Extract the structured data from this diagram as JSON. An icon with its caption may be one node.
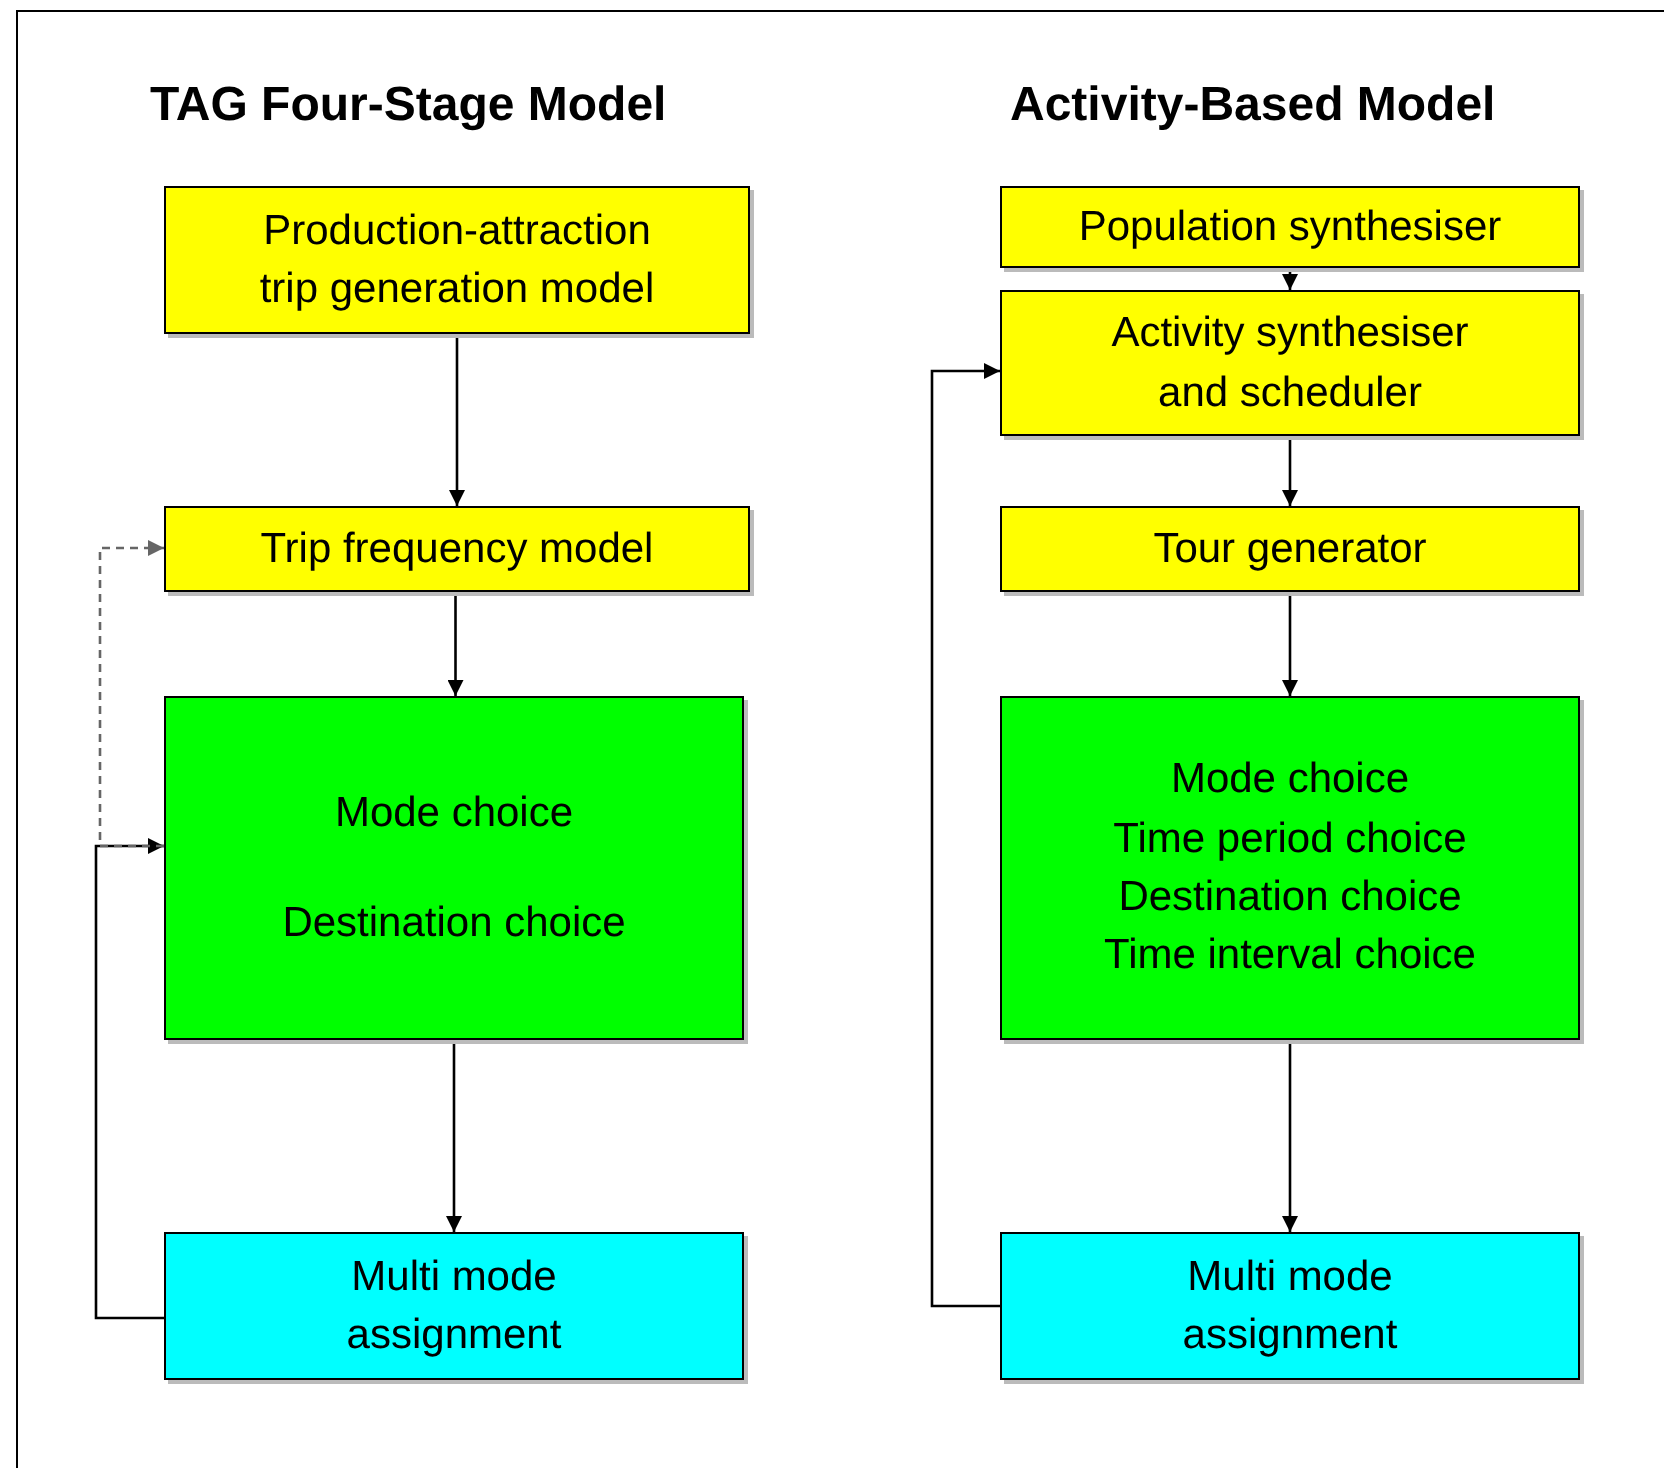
{
  "diagram": {
    "nodes": [
      {
        "text": [
          "Production-attraction trip generation model"
        ]
      },
      {
        "text": [
          "Trip frequency model"
        ]
      },
      {
        "text": [
          "Mode choice",
          "Destination choice"
        ]
      },
      {
        "text": [
          "Multi mode assignment"
        ]
      },
      {
        "text": [
          "Population synthesiser"
        ]
      },
      {
        "text": [
          "Activity synthesiser and scheduler"
        ]
      },
      {
        "text": [
          "Tour generator"
        ]
      },
      {
        "text": [
          "Mode choice",
          "Time period choice",
          "Destination choice",
          "Time interval choice"
        ]
      },
      {
        "text": [
          "Multi mode assignment"
        ]
      }
    ],
    "edges": [
      {
        "from": 0,
        "to": 1,
        "arrow": "to"
      },
      {
        "from": 1,
        "to": 2,
        "arrow": "to"
      },
      {
        "from": 2,
        "to": 3,
        "arrow": "to"
      },
      {
        "from": 3,
        "to": 2,
        "arrow": "to"
      },
      {
        "from": 2,
        "to": 1,
        "arrow": "to",
        "style": "dashed",
        "color": "#666666"
      },
      {
        "from": 4,
        "to": 5,
        "arrow": "to"
      },
      {
        "from": 5,
        "to": 6,
        "arrow": "to"
      },
      {
        "from": 6,
        "to": 7,
        "arrow": "to"
      },
      {
        "from": 7,
        "to": 8,
        "arrow": "to"
      },
      {
        "from": 8,
        "to": 5,
        "arrow": "to"
      }
    ],
    "labels": [
      "TAG Four-Stage Model",
      "Activity-Based Model"
    ]
  }
}
